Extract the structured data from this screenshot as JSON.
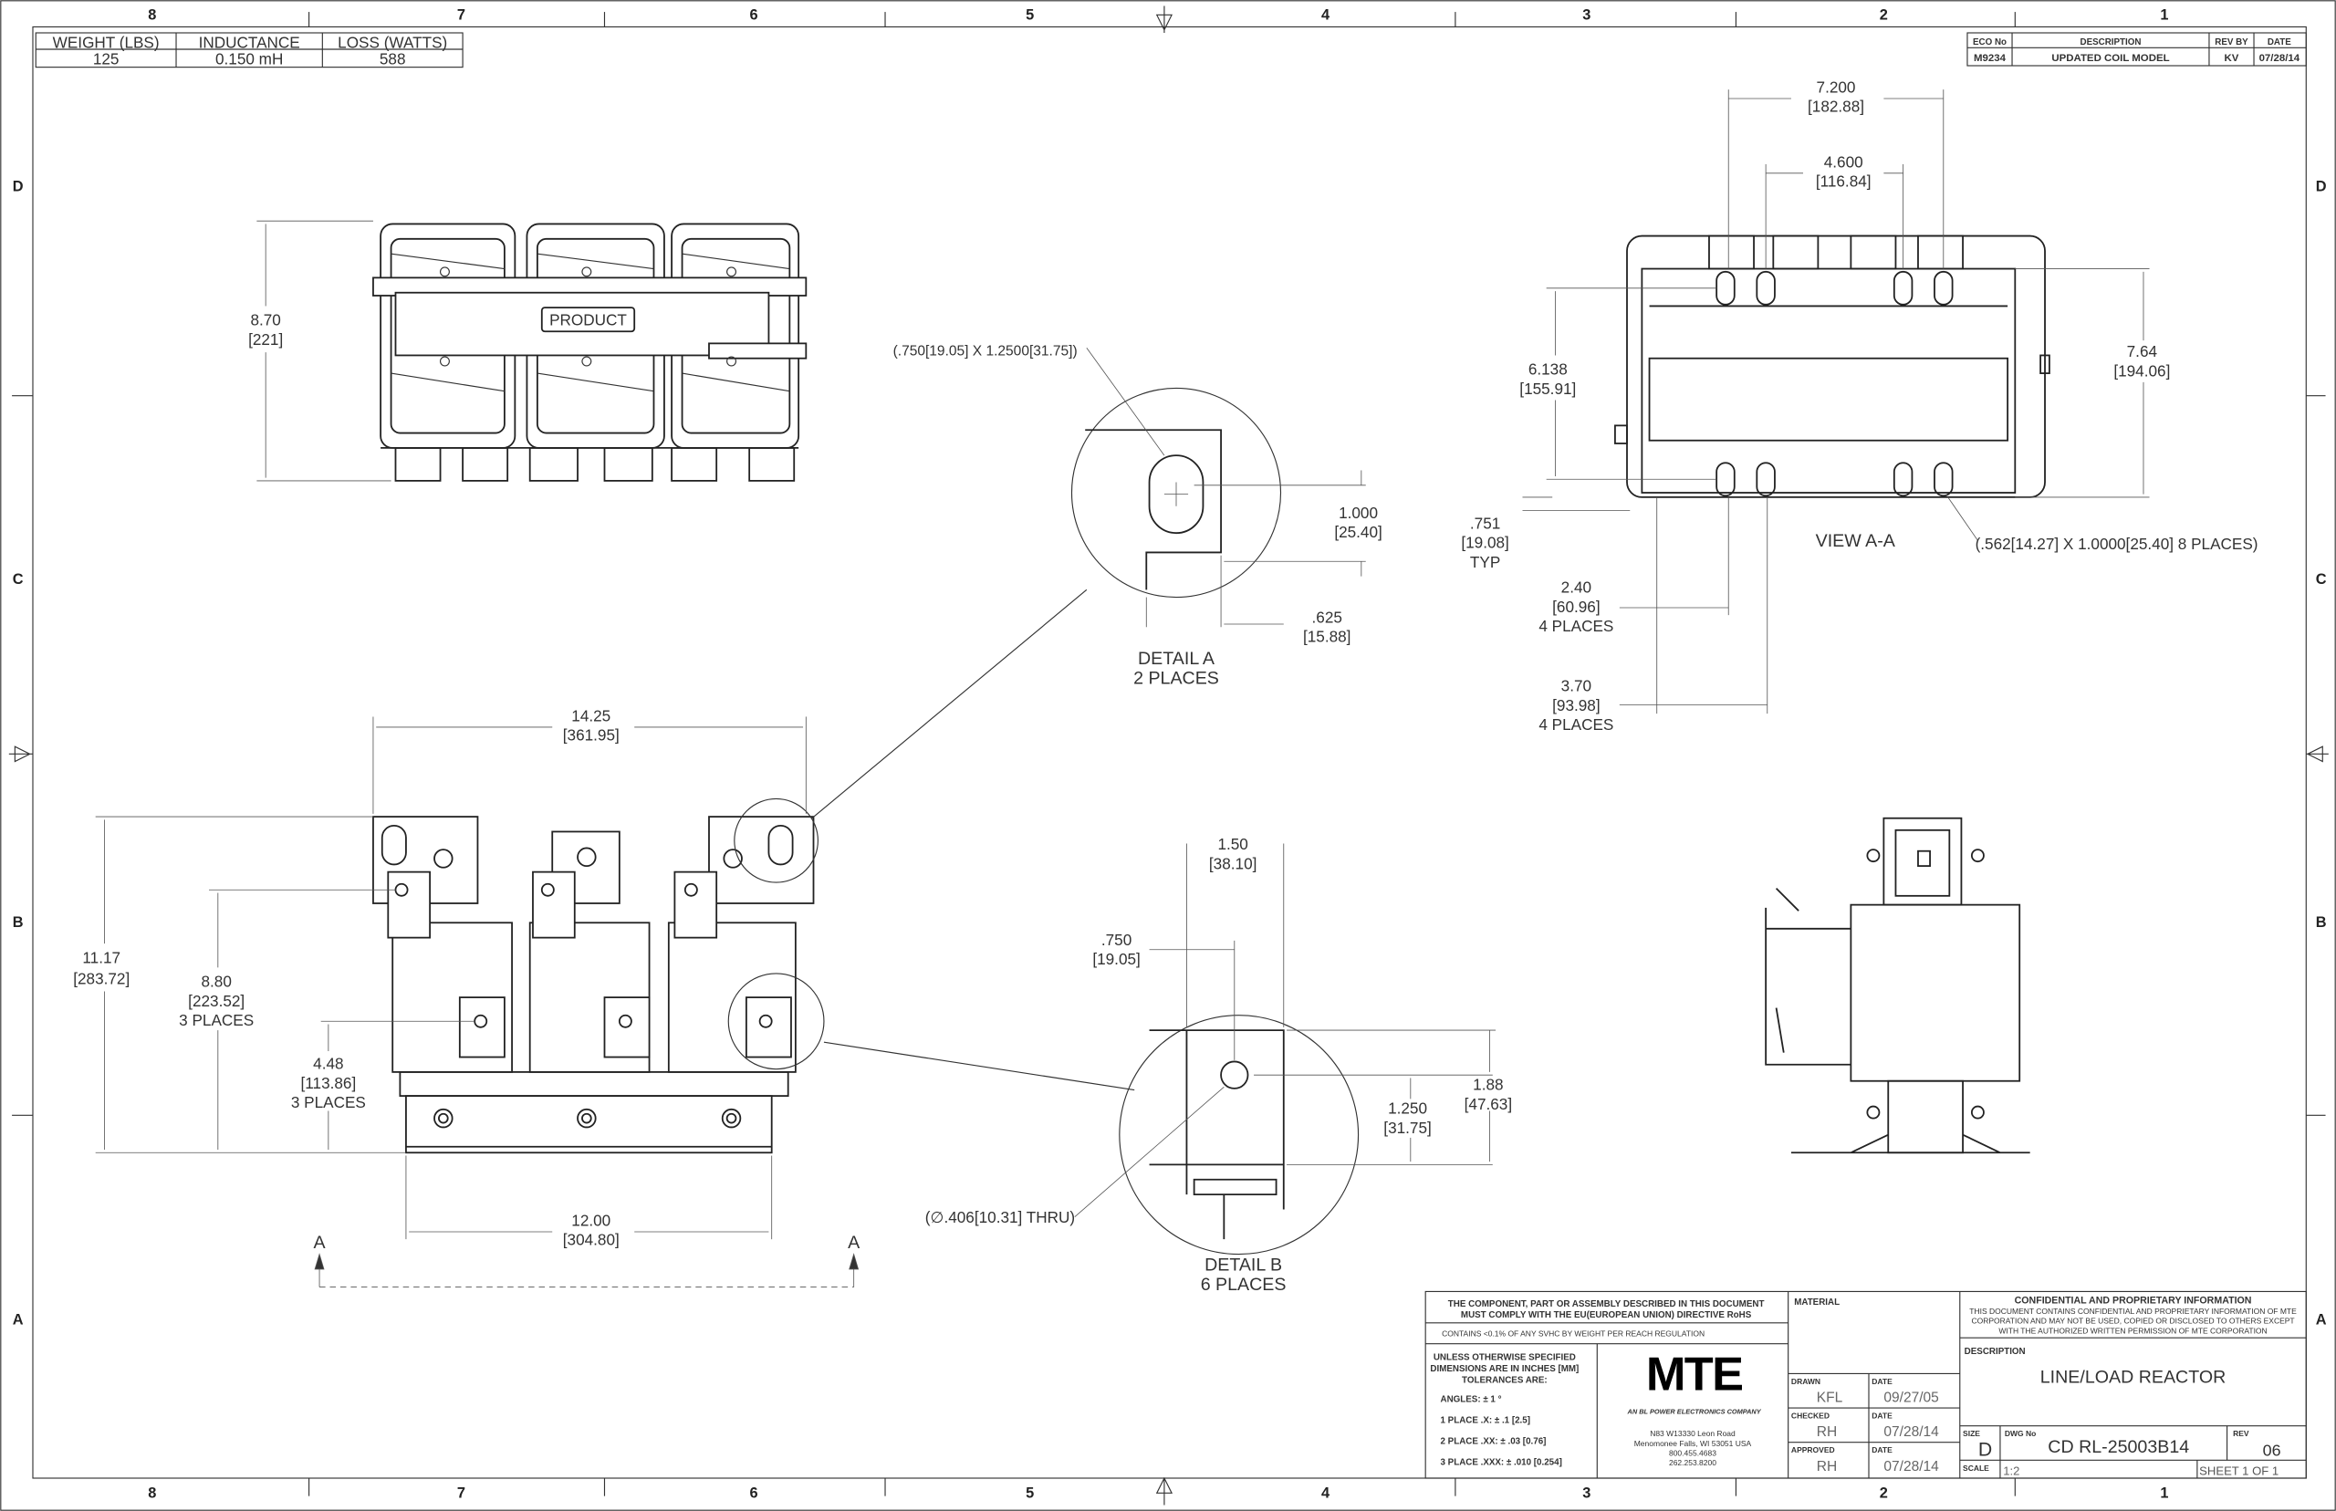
{
  "zones": {
    "columns": [
      "8",
      "7",
      "6",
      "5",
      "4",
      "3",
      "2",
      "1"
    ],
    "rows": [
      "D",
      "C",
      "B",
      "A"
    ]
  },
  "specs_table": {
    "headers": [
      "WEIGHT (LBS)",
      "INDUCTANCE",
      "LOSS (WATTS)"
    ],
    "values": [
      "125",
      "0.150 mH",
      "588"
    ]
  },
  "revision_block": {
    "headers": [
      "ECO No",
      "DESCRIPTION",
      "REV BY",
      "DATE"
    ],
    "row": [
      "M9234",
      "UPDATED COIL MODEL",
      "KV",
      "07/28/14"
    ]
  },
  "top_view": {
    "product_label": "PRODUCT",
    "height": [
      "8.70",
      "[221]"
    ]
  },
  "detail_a": {
    "slot": "(.750[19.05] X 1.2500[31.75])",
    "dim_vertical": [
      "1.000",
      "[25.40]"
    ],
    "dim_horizontal": [
      ".625",
      "[15.88]"
    ],
    "title": [
      "DETAIL A",
      "2 PLACES"
    ]
  },
  "view_aa": {
    "title": "VIEW A-A",
    "dim_width_outer": [
      "7.200",
      "[182.88]"
    ],
    "dim_width_inner": [
      "4.600",
      "[116.84]"
    ],
    "dim_height_slots": [
      "6.138",
      "[155.91]"
    ],
    "dim_height_total": [
      "7.64",
      "[194.06]"
    ],
    "dim_offset": [
      ".751",
      "[19.08]",
      "TYP"
    ],
    "slot_note": "(.562[14.27] X 1.0000[25.40] 8 PLACES)",
    "dim_240": [
      "2.40",
      "[60.96]",
      "4 PLACES"
    ],
    "dim_370": [
      "3.70",
      "[93.98]",
      "4 PLACES"
    ]
  },
  "front_view": {
    "width_total": [
      "14.25",
      "[361.95]"
    ],
    "height_total": [
      "11.17",
      "[283.72]"
    ],
    "height_terminal": [
      "8.80",
      "[223.52]",
      "3 PLACES"
    ],
    "height_lower_terminal": [
      "4.48",
      "[113.86]",
      "3 PLACES"
    ],
    "width_base": [
      "12.00",
      "[304.80]"
    ],
    "section_marks": [
      "A",
      "A"
    ]
  },
  "detail_b": {
    "dim_width": [
      "1.50",
      "[38.10]"
    ],
    "dim_hole_x": [
      ".750",
      "[19.05]"
    ],
    "dim_hole_y": [
      "1.250",
      "[31.75]"
    ],
    "dim_height": [
      "1.88",
      "[47.63]"
    ],
    "hole_note": "(∅.406[10.31] THRU)",
    "title": [
      "DETAIL B",
      "6 PLACES"
    ]
  },
  "title_block": {
    "rohs": [
      "THE COMPONENT, PART OR ASSEMBLY DESCRIBED IN THIS DOCUMENT",
      "MUST COMPLY WITH THE EU(EUROPEAN UNION) DIRECTIVE RoHS"
    ],
    "reach": "CONTAINS <0.1% OF ANY SVHC BY WEIGHT PER REACH REGULATION",
    "tolerance_header": [
      "UNLESS OTHERWISE SPECIFIED",
      "DIMENSIONS ARE IN INCHES [MM]",
      "TOLERANCES ARE:"
    ],
    "tolerances": [
      "ANGLES: ± 1 °",
      "1 PLACE .X: ± .1 [2.5]",
      "2 PLACE .XX: ± .03 [0.76]",
      "3 PLACE .XXX: ± .010 [0.254]"
    ],
    "logo": "MTE",
    "logo_tagline": "AN BL POWER ELECTRONICS COMPANY",
    "address": [
      "N83 W13330 Leon Road",
      "Menomonee Falls, WI 53051 USA",
      "800.455.4683",
      "262.253.8200"
    ],
    "material_label": "MATERIAL",
    "drawn": {
      "label": "DRAWN",
      "value": "KFL",
      "date_label": "DATE",
      "date": "09/27/05"
    },
    "checked": {
      "label": "CHECKED",
      "value": "RH",
      "date_label": "DATE",
      "date": "07/28/14"
    },
    "approved": {
      "label": "APPROVED",
      "value": "RH",
      "date_label": "DATE",
      "date": "07/28/14"
    },
    "confidential": [
      "CONFIDENTIAL AND PROPRIETARY INFORMATION",
      "THIS DOCUMENT CONTAINS CONFIDENTIAL AND PROPRIETARY INFORMATION OF MTE",
      "CORPORATION AND MAY NOT BE USED, COPIED OR DISCLOSED TO OTHERS EXCEPT",
      "WITH THE AUTHORIZED WRITTEN PERMISSION OF MTE CORPORATION"
    ],
    "description_label": "DESCRIPTION",
    "description": "LINE/LOAD REACTOR",
    "size_label": "SIZE",
    "size": "D",
    "dwg_label": "DWG No",
    "dwg_no": "CD RL-25003B14",
    "rev_label": "REV",
    "rev": "06",
    "scale_label": "SCALE",
    "scale": "1:2",
    "sheet": "SHEET 1  OF 1"
  }
}
